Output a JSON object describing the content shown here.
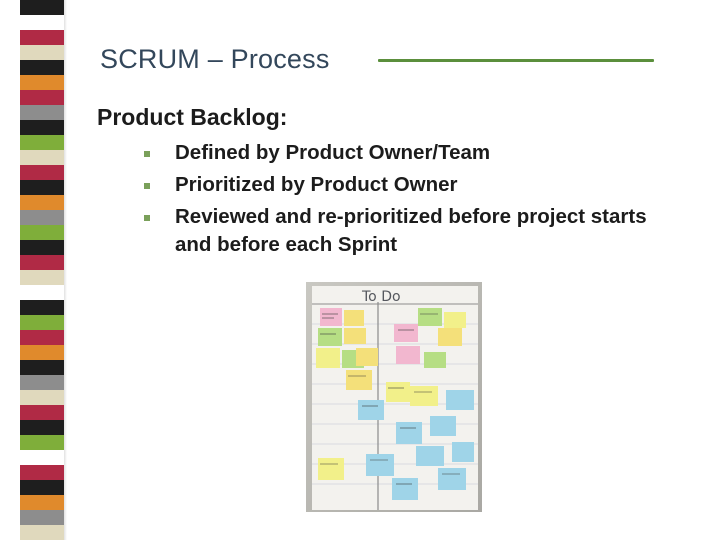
{
  "slide": {
    "title": "SCRUM – Process",
    "heading": "Product Backlog:",
    "bullets": [
      "Defined by Product Owner/Team",
      "Prioritized by Product Owner",
      "Reviewed and re-prioritized before project starts and before each Sprint"
    ]
  },
  "photo": {
    "board_label": "To Do",
    "sticky_note_colors": [
      "#f4e07a",
      "#f2b7cf",
      "#9fd4e8",
      "#b6de84",
      "#f2f08a"
    ]
  },
  "colors": {
    "title": "#33475b",
    "rule": "#5b8f3c",
    "bullet": "#7aa05a",
    "stripe_palette": [
      "#1e1e1e",
      "#b02a45",
      "#7fae3a",
      "#e0d9bd",
      "#e08a2c",
      "#8d8d8d",
      "#ffffff"
    ]
  }
}
